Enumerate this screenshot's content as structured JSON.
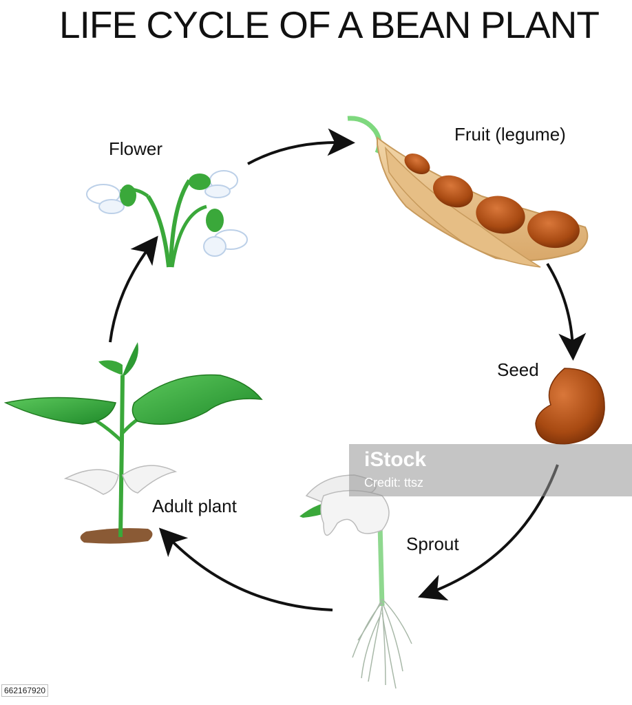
{
  "title": "LIFE CYCLE OF A BEAN PLANT",
  "stages": {
    "flower": "Flower",
    "fruit": "Fruit (legume)",
    "seed": "Seed",
    "sprout": "Sprout",
    "adult_plant": "Adult plant"
  },
  "watermark": {
    "brand": "iStock",
    "credit": "Credit: ttsz"
  },
  "stock_id": "662167920",
  "colors": {
    "leaf_green": "#3aa83a",
    "dark_green": "#1f7a1f",
    "pod_tan": "#e8c08a",
    "bean_brown": "#a84a12",
    "soil_brown": "#8a5a35",
    "arrow": "#111111"
  },
  "icons": [
    "flower-icon",
    "bean-pod-icon",
    "bean-seed-icon",
    "sprout-icon",
    "adult-plant-icon",
    "cycle-arrow-icon"
  ]
}
